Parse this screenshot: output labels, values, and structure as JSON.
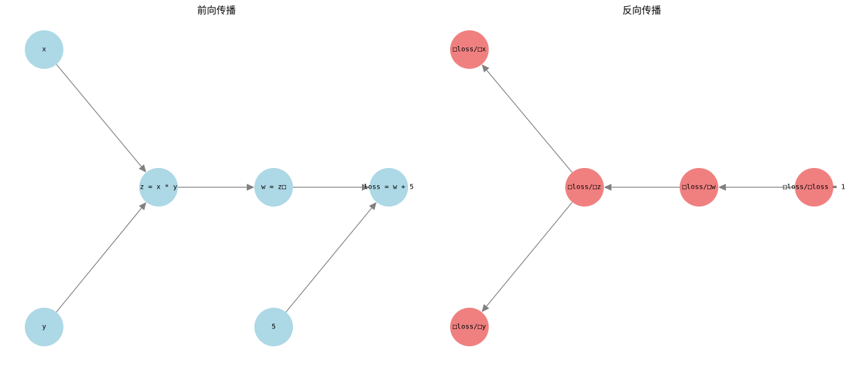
{
  "colors": {
    "forward_node": "#add8e6",
    "backward_node": "#f08080",
    "edge": "#808080"
  },
  "panels": [
    {
      "id": "forward",
      "title": "前向传播",
      "node_color": "#add8e6",
      "nodes": [
        {
          "id": "x",
          "label": "x"
        },
        {
          "id": "y",
          "label": "y"
        },
        {
          "id": "z",
          "label": "z = x * y"
        },
        {
          "id": "w",
          "label": "w = z□"
        },
        {
          "id": "five",
          "label": "5"
        },
        {
          "id": "loss",
          "label": "loss = w + 5"
        }
      ],
      "edges": [
        {
          "from": "x",
          "to": "z"
        },
        {
          "from": "y",
          "to": "z"
        },
        {
          "from": "z",
          "to": "w"
        },
        {
          "from": "w",
          "to": "loss"
        },
        {
          "from": "five",
          "to": "loss"
        }
      ]
    },
    {
      "id": "backward",
      "title": "反向传播",
      "node_color": "#f08080",
      "nodes": [
        {
          "id": "dx",
          "label": "□loss/□x"
        },
        {
          "id": "dy",
          "label": "□loss/□y"
        },
        {
          "id": "dz",
          "label": "□loss/□z"
        },
        {
          "id": "dw",
          "label": "□loss/□w"
        },
        {
          "id": "dloss",
          "label": "□loss/□loss = 1"
        }
      ],
      "edges": [
        {
          "from": "dloss",
          "to": "dw"
        },
        {
          "from": "dw",
          "to": "dz"
        },
        {
          "from": "dz",
          "to": "dx"
        },
        {
          "from": "dz",
          "to": "dy"
        }
      ]
    }
  ]
}
